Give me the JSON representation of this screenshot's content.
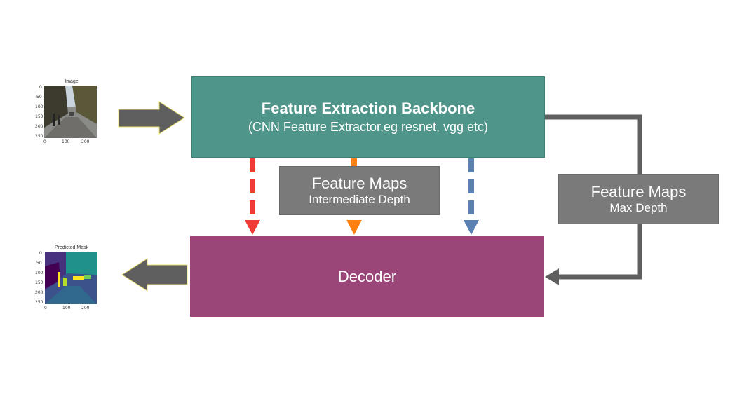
{
  "backbone": {
    "title": "Feature Extraction Backbone",
    "subtitle": "(CNN Feature Extractor,eg resnet, vgg etc)"
  },
  "feature_maps_intermediate": {
    "title": "Feature Maps",
    "subtitle": "Intermediate Depth"
  },
  "feature_maps_max": {
    "title": "Feature Maps",
    "subtitle": "Max Depth"
  },
  "decoder": {
    "title": "Decoder"
  },
  "input_image": {
    "title": "Image",
    "yticks": [
      "0",
      "50",
      "100",
      "150",
      "200",
      "250"
    ],
    "xticks": [
      "0",
      "100",
      "200"
    ]
  },
  "predicted_mask": {
    "title": "Predicted Mask",
    "yticks": [
      "0",
      "50",
      "100",
      "150",
      "200",
      "250"
    ],
    "xticks": [
      "0",
      "100",
      "200"
    ]
  },
  "colors": {
    "backbone": "#4f958a",
    "decoder": "#9b4678",
    "feature_maps_box": "#7a7a7a",
    "arrow_gray": "#5f5f5f",
    "arrow_red": "#ef3b36",
    "arrow_orange": "#ff7f0e",
    "arrow_blue": "#5b80b2"
  }
}
